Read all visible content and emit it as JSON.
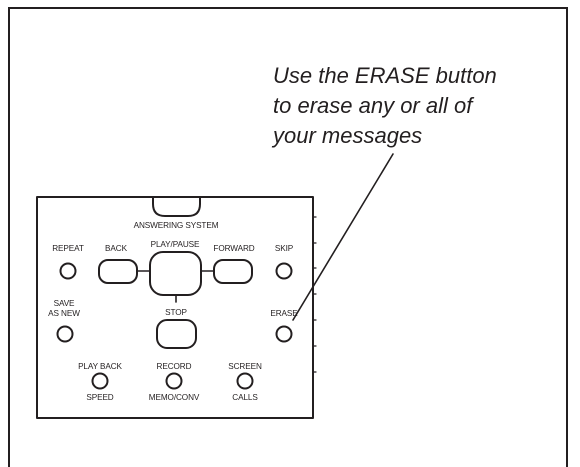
{
  "callout": {
    "lines": [
      "Use the ERASE button",
      "to erase any or all of",
      "your messages"
    ]
  },
  "panel": {
    "system_label": "ANSWERING SYSTEM",
    "buttons": {
      "repeat": "REPEAT",
      "back": "BACK",
      "play_pause": "PLAY/PAUSE",
      "forward": "FORWARD",
      "skip": "SKIP",
      "save_as_new_line1": "SAVE",
      "save_as_new_line2": "AS NEW",
      "stop": "STOP",
      "erase": "ERASE",
      "playback_speed_line1": "PLAY BACK",
      "playback_speed_line2": "SPEED",
      "record_line1": "RECORD",
      "record_line2": "MEMO/CONV",
      "screen_calls_line1": "SCREEN",
      "screen_calls_line2": "CALLS"
    }
  },
  "colors": {
    "ink": "#231f20",
    "background": "#ffffff"
  }
}
